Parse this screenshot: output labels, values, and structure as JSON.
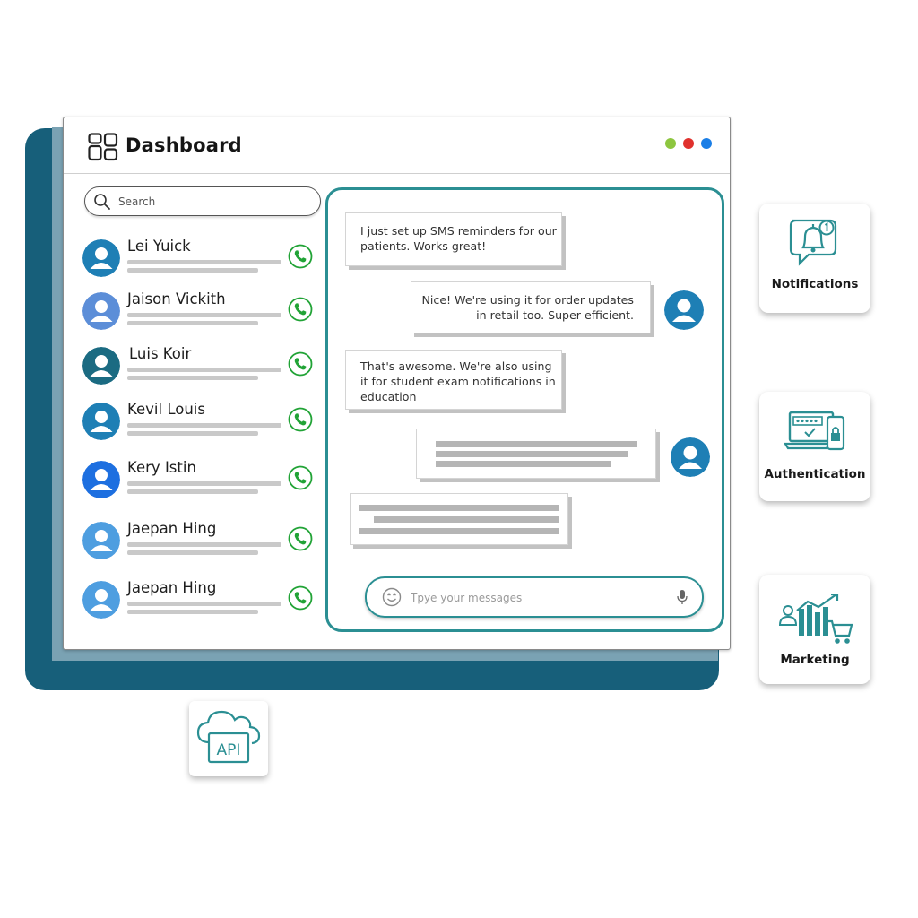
{
  "header": {
    "title": "Dashboard",
    "window_dots": [
      "#8dc63f",
      "#e0312d",
      "#1a7ee6"
    ]
  },
  "search": {
    "placeholder": "Search",
    "icon": "search-icon"
  },
  "contacts": [
    {
      "name": "Lei Yuick",
      "avatar_color": "#1e7fb5"
    },
    {
      "name": "Jaison Vickith",
      "avatar_color": "#5c8ed8"
    },
    {
      "name": "Luis Koir",
      "avatar_color": "#1b6b82"
    },
    {
      "name": "Kevil Louis",
      "avatar_color": "#1e7fb5"
    },
    {
      "name": "Kery Istin",
      "avatar_color": "#1d6fe0"
    },
    {
      "name": "Jaepan Hing",
      "avatar_color": "#4e9ee0"
    },
    {
      "name": "Jaepan Hing",
      "avatar_color": "#4e9ee0"
    }
  ],
  "chat": {
    "messages": [
      {
        "side": "left",
        "text_lines": [
          "I just set up SMS reminders for our",
          "patients. Works great!"
        ]
      },
      {
        "side": "right",
        "text_lines": [
          "Nice! We're using it for order updates",
          "in retail too. Super efficient."
        ]
      },
      {
        "side": "left",
        "text_lines": [
          "That's awesome. We're also using",
          "it for student exam notifications in",
          "education"
        ]
      }
    ],
    "input_placeholder": "Tpye your messages"
  },
  "features": {
    "notifications": "Notifications",
    "authentication": "Authentication",
    "marketing": "Marketing",
    "api": "API"
  },
  "colors": {
    "accent": "#2b8f93",
    "brand_dark": "#175f7a",
    "call_green": "#21a336"
  }
}
